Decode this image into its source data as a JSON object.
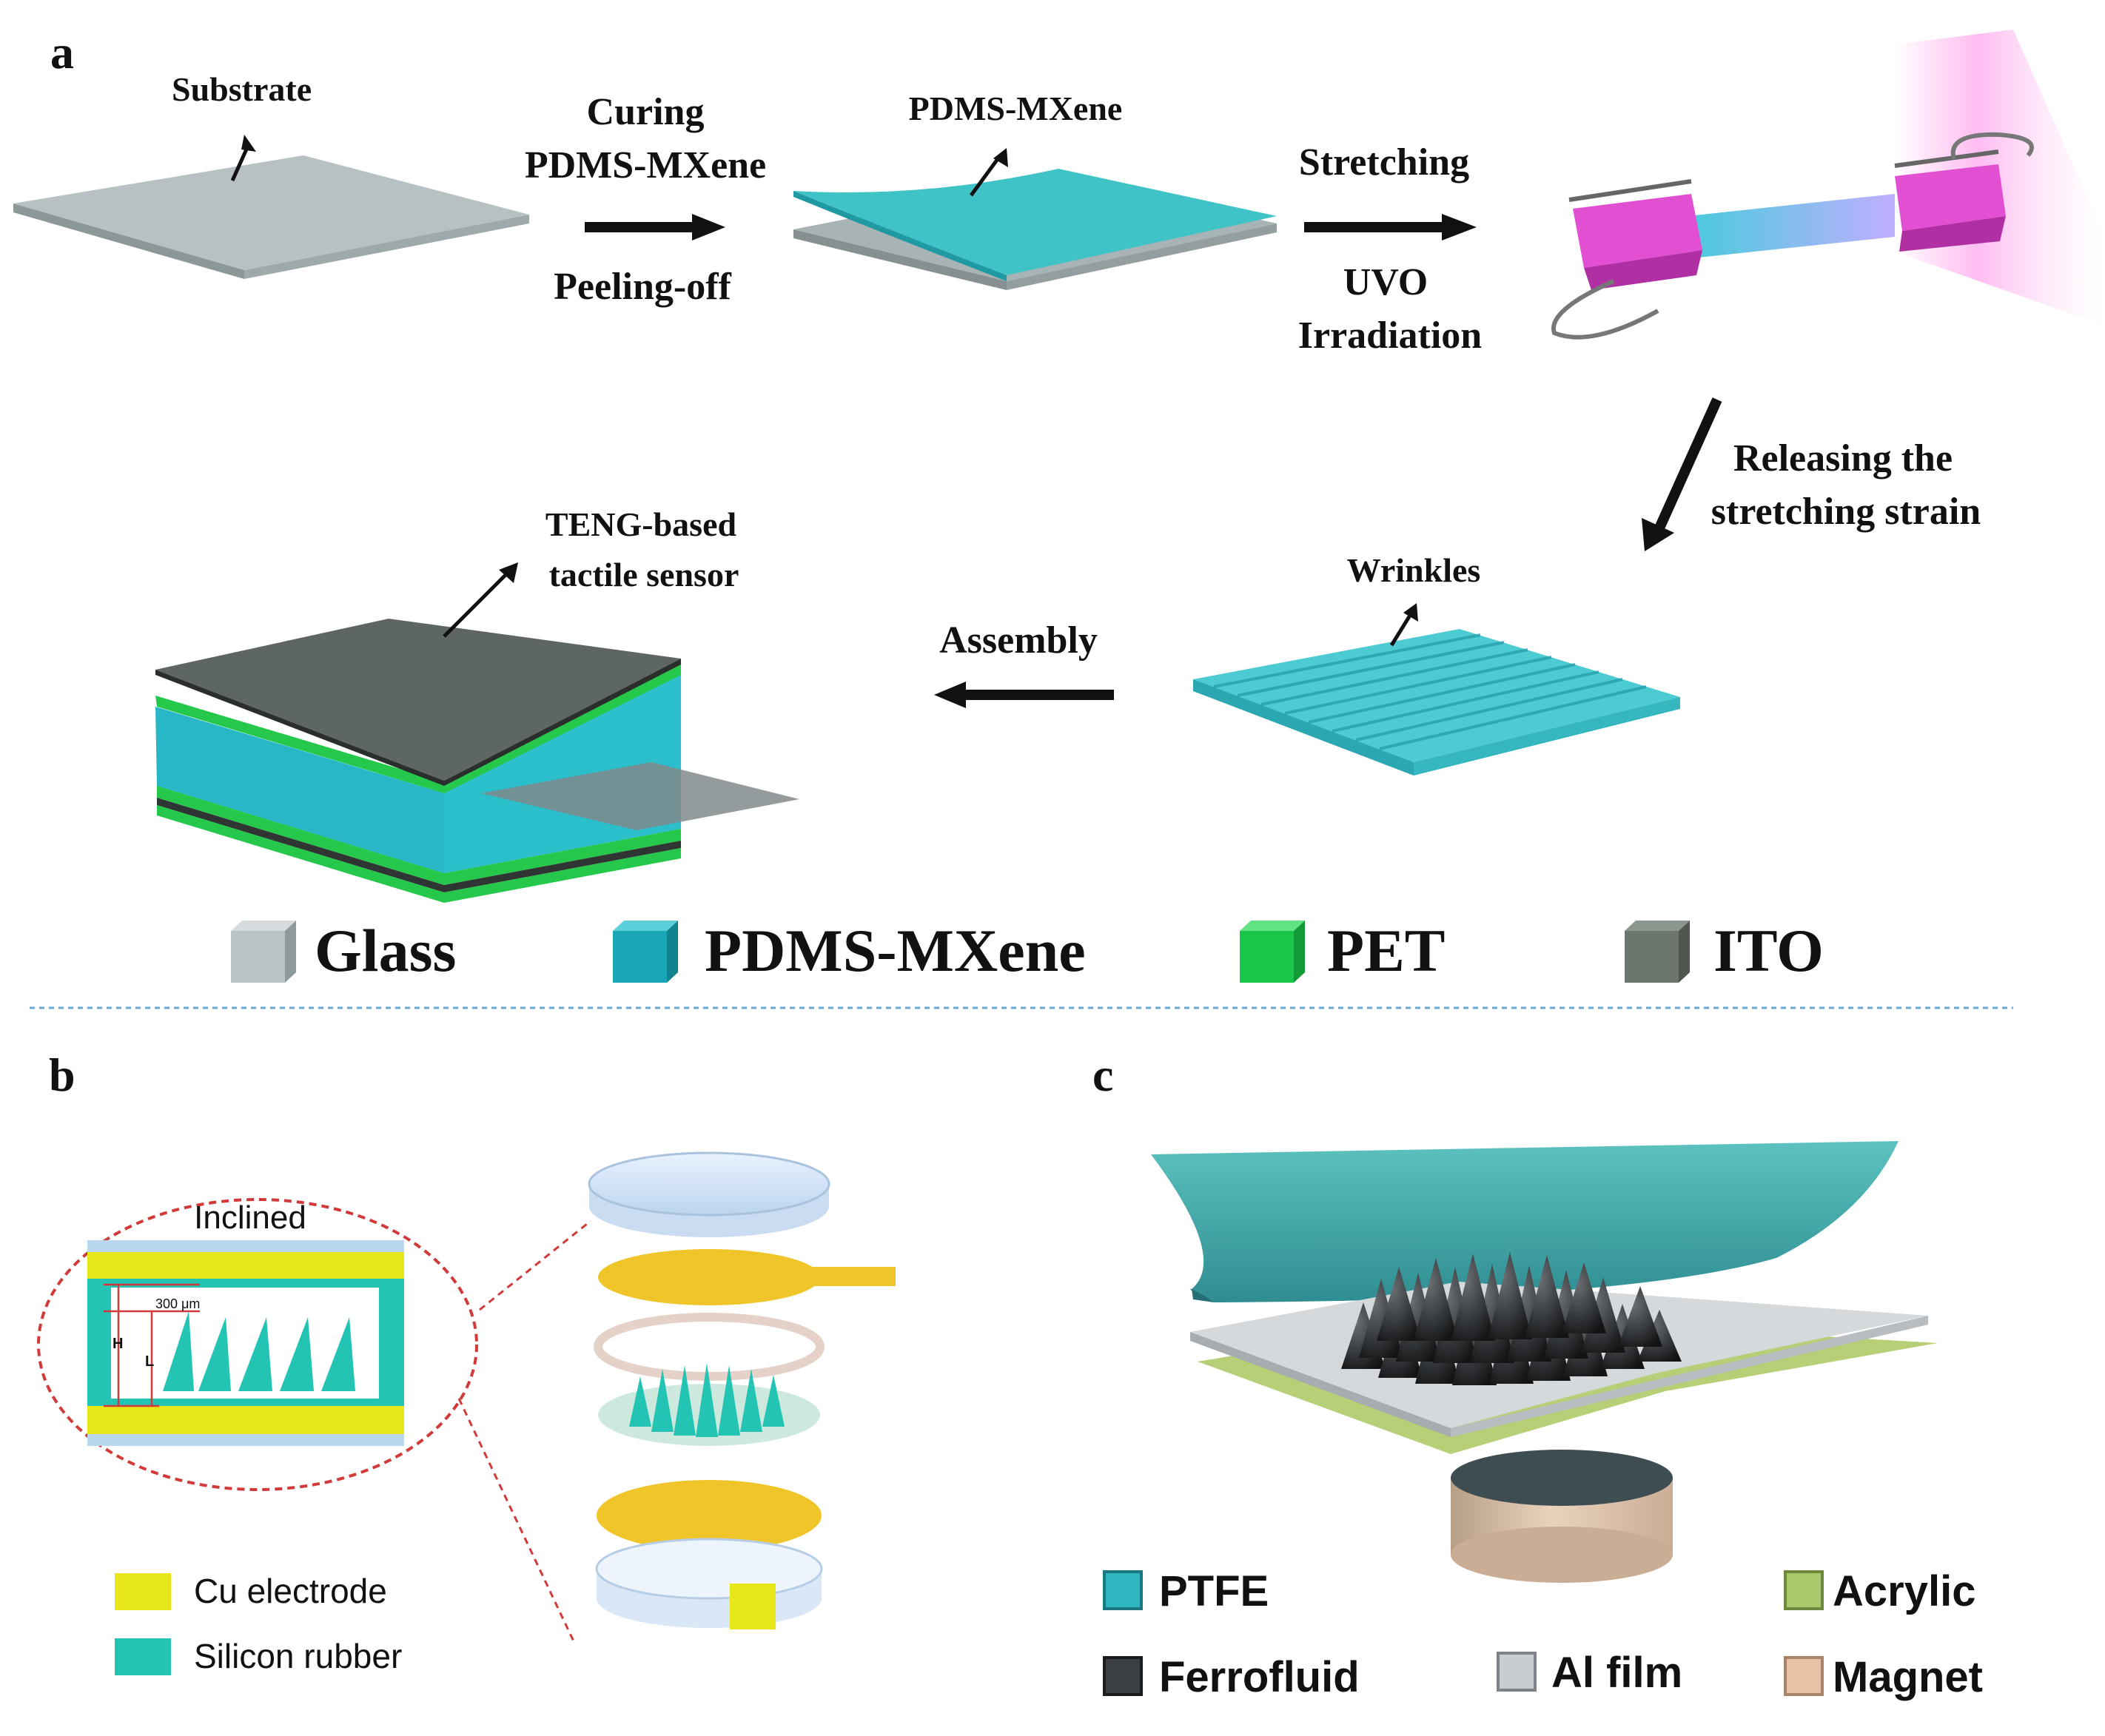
{
  "panels": {
    "a": {
      "label": "a",
      "steps": {
        "substrate": "Substrate",
        "curing_line1": "Curing",
        "curing_line2": "PDMS-MXene",
        "peeling": "Peeling-off",
        "pdms_mxene": "PDMS-MXene",
        "stretching": "Stretching",
        "uvo_line1": "UVO",
        "uvo_line2": "Irradiation",
        "releasing_line1": "Releasing the",
        "releasing_line2": "stretching strain",
        "wrinkles": "Wrinkles",
        "assembly": "Assembly",
        "teng_line1": "TENG-based",
        "teng_line2": "tactile sensor"
      },
      "legend": [
        {
          "label": "Glass",
          "color": "#b9c3c6"
        },
        {
          "label": "PDMS-MXene",
          "color": "#1aa7b5"
        },
        {
          "label": "PET",
          "color": "#19c64a"
        },
        {
          "label": "ITO",
          "color": "#6d766e"
        }
      ]
    },
    "b": {
      "label": "b",
      "inset_title": "Inclined",
      "dim_label": "300 μm",
      "h_label": "H",
      "l_label": "L",
      "legend": [
        {
          "label": "Cu electrode",
          "color": "#e6e619"
        },
        {
          "label": "Silicon rubber",
          "color": "#23c4b4"
        }
      ]
    },
    "c": {
      "label": "c",
      "legend": [
        {
          "label": "PTFE",
          "color": "#2eb6c0"
        },
        {
          "label": "Acrylic",
          "color": "#a9c86a"
        },
        {
          "label": "Ferrofluid",
          "color": "#3b3f43"
        },
        {
          "label": "Al film",
          "color": "#c9cdd1"
        },
        {
          "label": "Magnet",
          "color": "#e7c2a6"
        }
      ]
    }
  }
}
